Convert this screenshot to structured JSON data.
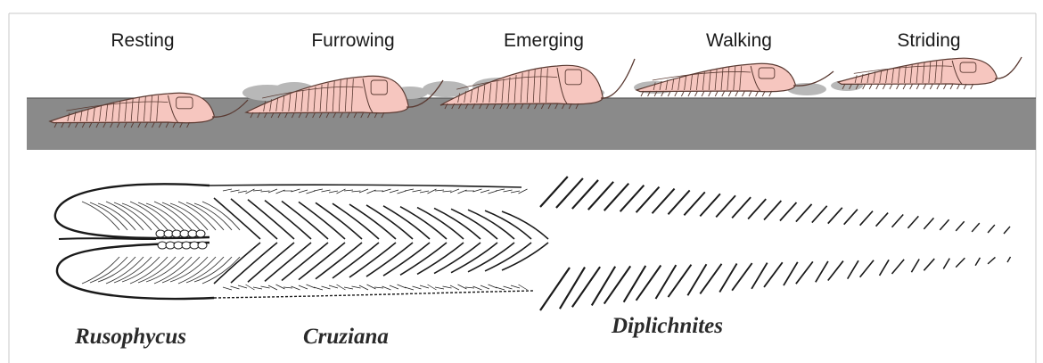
{
  "behaviors": [
    {
      "label": "Resting"
    },
    {
      "label": "Furrowing"
    },
    {
      "label": "Emerging"
    },
    {
      "label": "Walking"
    },
    {
      "label": "Striding"
    }
  ],
  "trace_fossils": [
    {
      "label": "Rusophycus"
    },
    {
      "label": "Cruziana"
    },
    {
      "label": "Diplichnites"
    }
  ],
  "colors": {
    "sediment": "#8a8a8a",
    "trilobite_fill": "#f6c6bf",
    "trilobite_stroke": "#5a3a32",
    "sediment_puff": "#b8b8b8",
    "trace_stroke": "#1a1a1a",
    "frame": "#c8c8c8"
  }
}
